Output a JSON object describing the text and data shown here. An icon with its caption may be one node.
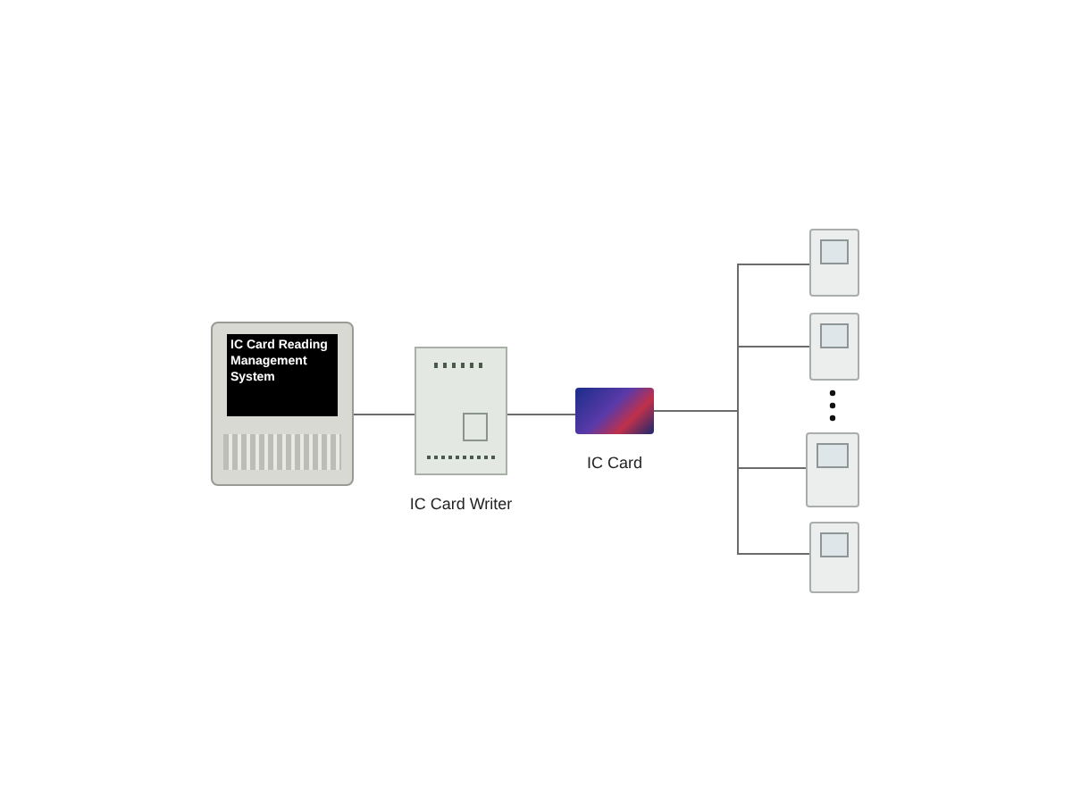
{
  "diagram": {
    "nodes": [
      {
        "text": [
          "IC Card Reading Management System"
        ]
      },
      {
        "text": [],
        "shape": "picture",
        "beside": [
          "IC Card Writer"
        ]
      },
      {
        "text": [],
        "shape": "picture",
        "beside": [
          "IC Card"
        ]
      },
      {
        "text": [],
        "shape": "picture"
      },
      {
        "text": [],
        "shape": "picture"
      },
      {
        "text": [],
        "shape": "picture"
      },
      {
        "text": [],
        "shape": "picture"
      }
    ],
    "edges": [
      {
        "from": 0,
        "to": 1,
        "arrow": "none"
      },
      {
        "from": 1,
        "to": 2,
        "arrow": "none"
      },
      {
        "from": 2,
        "to": 3,
        "arrow": "none"
      },
      {
        "from": 2,
        "to": 4,
        "arrow": "none"
      },
      {
        "from": 2,
        "to": 5,
        "arrow": "none"
      },
      {
        "from": 2,
        "to": 6,
        "arrow": "none"
      }
    ]
  }
}
